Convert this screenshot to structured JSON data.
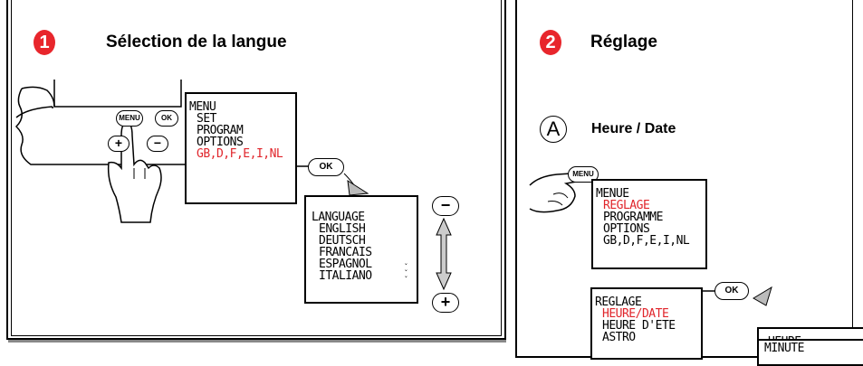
{
  "panel1": {
    "step_number": "1",
    "title": "Sélection de la langue",
    "device": {
      "menu_button": "MENU",
      "ok_button": "OK",
      "plus_button": "+",
      "minus_button": "−"
    },
    "menu_screen": {
      "lines": [
        "MENU",
        "SET",
        "PROGRAM",
        "OPTIONS"
      ],
      "highlight": "GB,D,F,E,I,NL"
    },
    "ok_label": "OK",
    "language_screen": {
      "lines": [
        "LANGUAGE",
        "ENGLISH",
        "DEUTSCH",
        "FRANCAIS",
        "ESPAGNOL",
        "ITALIANO"
      ]
    },
    "minus_label": "−",
    "plus_label": "+"
  },
  "panel2": {
    "step_number": "2",
    "title": "Réglage",
    "sub_letter": "A",
    "sub_title": "Heure / Date",
    "menu_button": "MENU",
    "menue_screen": {
      "title": "MENUE",
      "highlight": "REGLAGE",
      "lines": [
        "PROGRAMME",
        "OPTIONS",
        "GB,D,F,E,I,NL"
      ]
    },
    "reglage_screen": {
      "title": "REGLAGE",
      "highlight": "HEURE/DATE",
      "lines": [
        "HEURE D'ETE",
        "ASTRO"
      ]
    },
    "ok_label": "OK",
    "heure_label": "HEURE",
    "minute_label": "MINUTE"
  }
}
